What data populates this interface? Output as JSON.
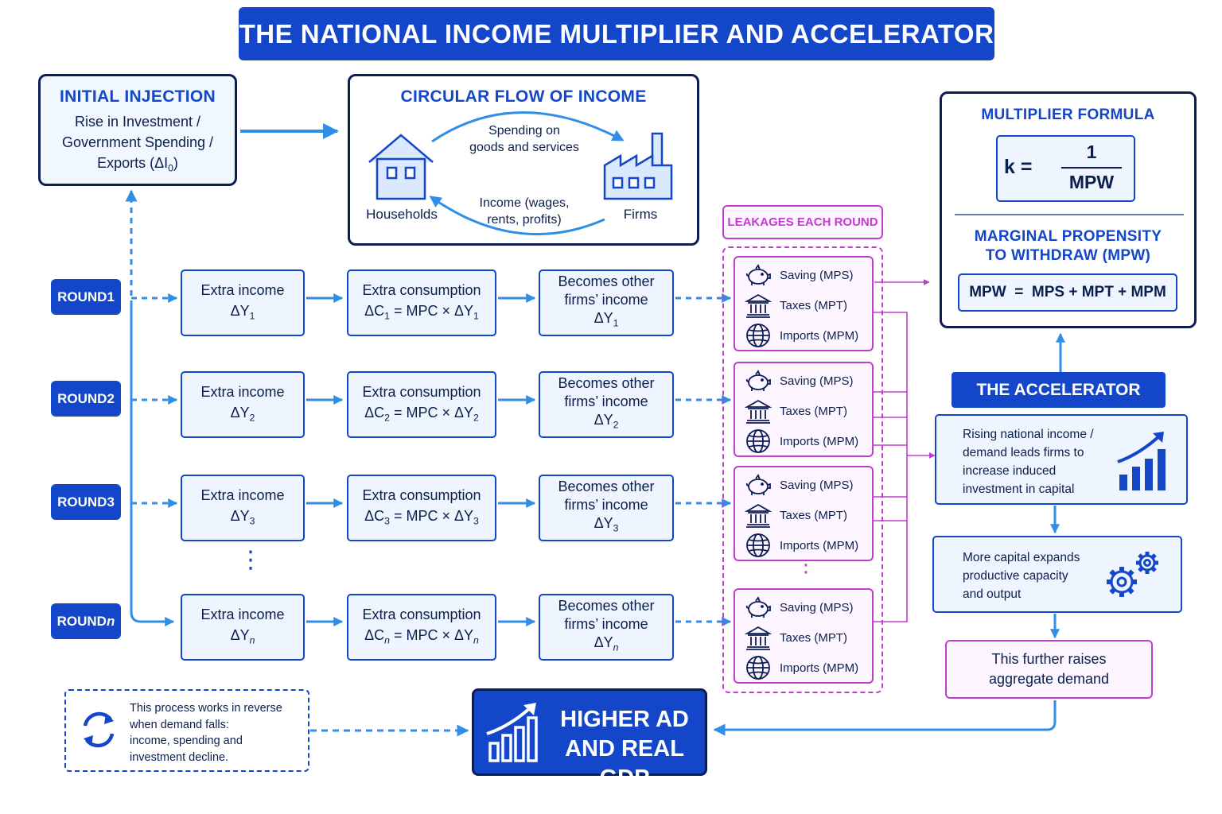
{
  "title": "THE NATIONAL INCOME MULTIPLIER AND ACCELERATOR",
  "initial_injection": {
    "heading": "INITIAL INJECTION",
    "line1": "Rise in Investment /",
    "line2": "Government Spending /",
    "line3_main": "Exports (ΔI",
    "line3_sub": "0",
    "line3_end": ")"
  },
  "circular_flow": {
    "heading": "CIRCULAR FLOW OF INCOME",
    "spending_line1": "Spending on",
    "spending_line2": "goods and services",
    "income_line1": "Income (wages,",
    "income_line2": "rents, profits)",
    "households": "Households",
    "firms": "Firms"
  },
  "rounds": [
    {
      "label_main": "ROUND ",
      "label_n": "1",
      "income_label": "Extra income",
      "income_var": "ΔY",
      "sub": "1",
      "cons_label": "Extra consumption",
      "cons_var": "ΔC",
      "cons_mid": " = MPC × ΔY",
      "other_line1": "Becomes other",
      "other_line2": "firms’ income",
      "other_var": "ΔY"
    },
    {
      "label_main": "ROUND ",
      "label_n": "2",
      "income_label": "Extra income",
      "income_var": "ΔY",
      "sub": "2",
      "cons_label": "Extra consumption",
      "cons_var": "ΔC",
      "cons_mid": " = MPC × ΔY",
      "other_line1": "Becomes other",
      "other_line2": "firms’ income",
      "other_var": "ΔY"
    },
    {
      "label_main": "ROUND ",
      "label_n": "3",
      "income_label": "Extra income",
      "income_var": "ΔY",
      "sub": "3",
      "cons_label": "Extra consumption",
      "cons_var": "ΔC",
      "cons_mid": " = MPC × ΔY",
      "other_line1": "Becomes other",
      "other_line2": "firms’ income",
      "other_var": "ΔY"
    },
    {
      "label_main": "ROUND ",
      "label_n": "n",
      "income_label": "Extra income",
      "income_var": "ΔY",
      "sub": "n",
      "cons_label": "Extra consumption",
      "cons_var": "ΔC",
      "cons_mid": " = MPC × ΔY",
      "other_line1": "Becomes other",
      "other_line2": "firms’ income",
      "other_var": "ΔY"
    }
  ],
  "leakages": {
    "heading": "LEAKAGES EACH ROUND",
    "saving": "Saving (MPS)",
    "taxes": "Taxes (MPT)",
    "imports": "Imports (MPM)"
  },
  "multiplier": {
    "heading": "MULTIPLIER FORMULA",
    "k": "k =",
    "numerator": "1",
    "denominator": "MPW",
    "mpw_heading_line1": "MARGINAL PROPENSITY",
    "mpw_heading_line2": "TO WITHDRAW (MPW)",
    "mpw_formula": "MPW  =  MPS + MPT + MPM"
  },
  "accelerator": {
    "heading": "THE ACCELERATOR",
    "box1_line1": "Rising national income /",
    "box1_line2": "demand leads firms to",
    "box1_line3": "increase induced",
    "box1_line4": "investment in capital",
    "box2_line1": "More capital expands",
    "box2_line2": "productive capacity",
    "box2_line3": "and output",
    "box3_line1": "This further raises",
    "box3_line2": "aggregate demand"
  },
  "reverse_note": {
    "line1": "This process works in reverse",
    "line2": "when demand falls:",
    "line3": "income, spending and",
    "line4": "investment decline."
  },
  "result": {
    "line1": "HIGHER AD",
    "line2": "AND REAL GDP"
  },
  "colors": {
    "primary_blue": "#1346c8",
    "navy": "#0c1d54",
    "flow_blue": "#2f8ee5",
    "leak_magenta": "#c23cd0"
  }
}
